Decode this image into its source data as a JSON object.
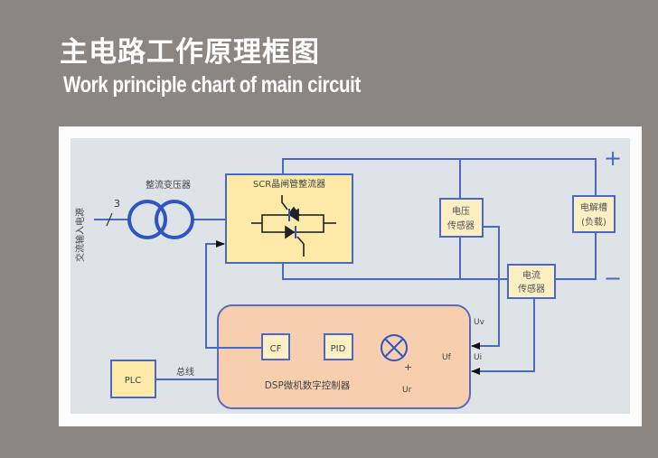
{
  "title_cn": "主电路工作原理框图",
  "title_en": "Work principle chart of main circuit",
  "diagram": {
    "ac_input": "交流输入电源",
    "phase_count": "3",
    "transformer": "整流变压器",
    "scr_rectifier": "SCR晶闸管整流器",
    "voltage_sensor": [
      "电压",
      "传感器"
    ],
    "current_sensor": [
      "电流",
      "传感器"
    ],
    "load": [
      "电解槽",
      "(负载)"
    ],
    "plus": "+",
    "minus": "−",
    "dsp": "DSP微机数字控制器",
    "cf": "CF",
    "pid": "PID",
    "uf": "Uf",
    "ur": "Ur",
    "uv": "Uv",
    "ui": "Ui",
    "sum_plus": "+",
    "plc": "PLC",
    "bus": "总线"
  },
  "colors": {
    "line": "#4a68c4",
    "box_yellow": "#fde9a8",
    "dsp_fill": "#f7cfae",
    "diagram_bg": "#dde3e6"
  }
}
